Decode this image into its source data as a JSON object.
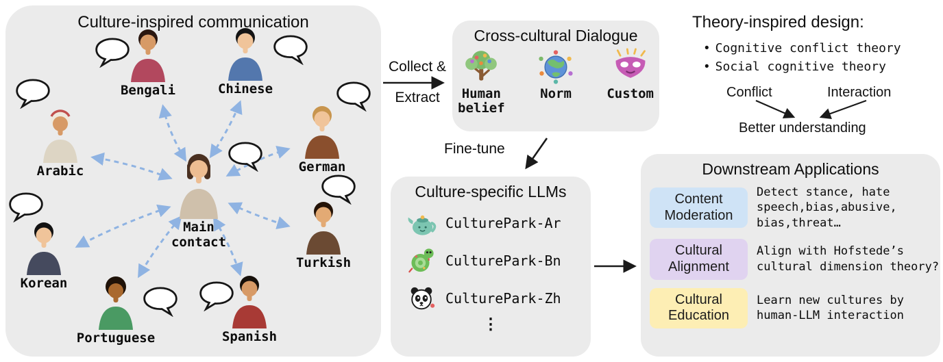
{
  "left_panel": {
    "title": "Culture-inspired communication",
    "persons": [
      {
        "label": "Bengali"
      },
      {
        "label": "Chinese"
      },
      {
        "label": "Arabic"
      },
      {
        "label": "German"
      },
      {
        "label": "Korean"
      },
      {
        "label": "Turkish"
      },
      {
        "label": "Portuguese"
      },
      {
        "label": "Spanish"
      }
    ],
    "main_label": "Main\ncontact"
  },
  "flow": {
    "collect_top": "Collect &",
    "collect_bottom": "Extract",
    "finetune": "Fine-tune"
  },
  "dialogue_box": {
    "title": "Cross-cultural Dialogue",
    "items": [
      {
        "label": "Human\nbelief",
        "icon": "belief-tree-icon"
      },
      {
        "label": "Norm",
        "icon": "norm-globe-icon"
      },
      {
        "label": "Custom",
        "icon": "custom-mask-icon"
      }
    ]
  },
  "llm_box": {
    "title": "Culture-specific LLMs",
    "models": [
      {
        "name": "CulturePark-Ar",
        "icon": "teapot-icon"
      },
      {
        "name": "CulturePark-Bn",
        "icon": "snake-icon"
      },
      {
        "name": "CulturePark-Zh",
        "icon": "panda-icon"
      }
    ],
    "ellipsis": "⋮"
  },
  "theory": {
    "title": "Theory-inspired design:",
    "bullet_char": "•",
    "bullets": [
      "Cognitive conflict theory",
      "Social cognitive theory"
    ],
    "conflict": "Conflict",
    "interaction": "Interaction",
    "outcome": "Better understanding"
  },
  "applications": {
    "title": "Downstream Applications",
    "rows": [
      {
        "chip": "Content Moderation",
        "chip_color": "#cfe3f6",
        "desc": "Detect stance, hate speech,bias,abusive, bias,threat…"
      },
      {
        "chip": "Cultural Alignment",
        "chip_color": "#e0d3f0",
        "desc": "Align with Hofstede’s cultural dimension theory?"
      },
      {
        "chip": "Cultural Education",
        "chip_color": "#fdeeb4",
        "desc": "Learn new cultures by human-LLM interaction"
      }
    ]
  },
  "colors": {
    "panel_bg": "#ebebeb",
    "dashed_arrow": "#8fb3e2",
    "flow_arrow": "#1a1a1a"
  }
}
